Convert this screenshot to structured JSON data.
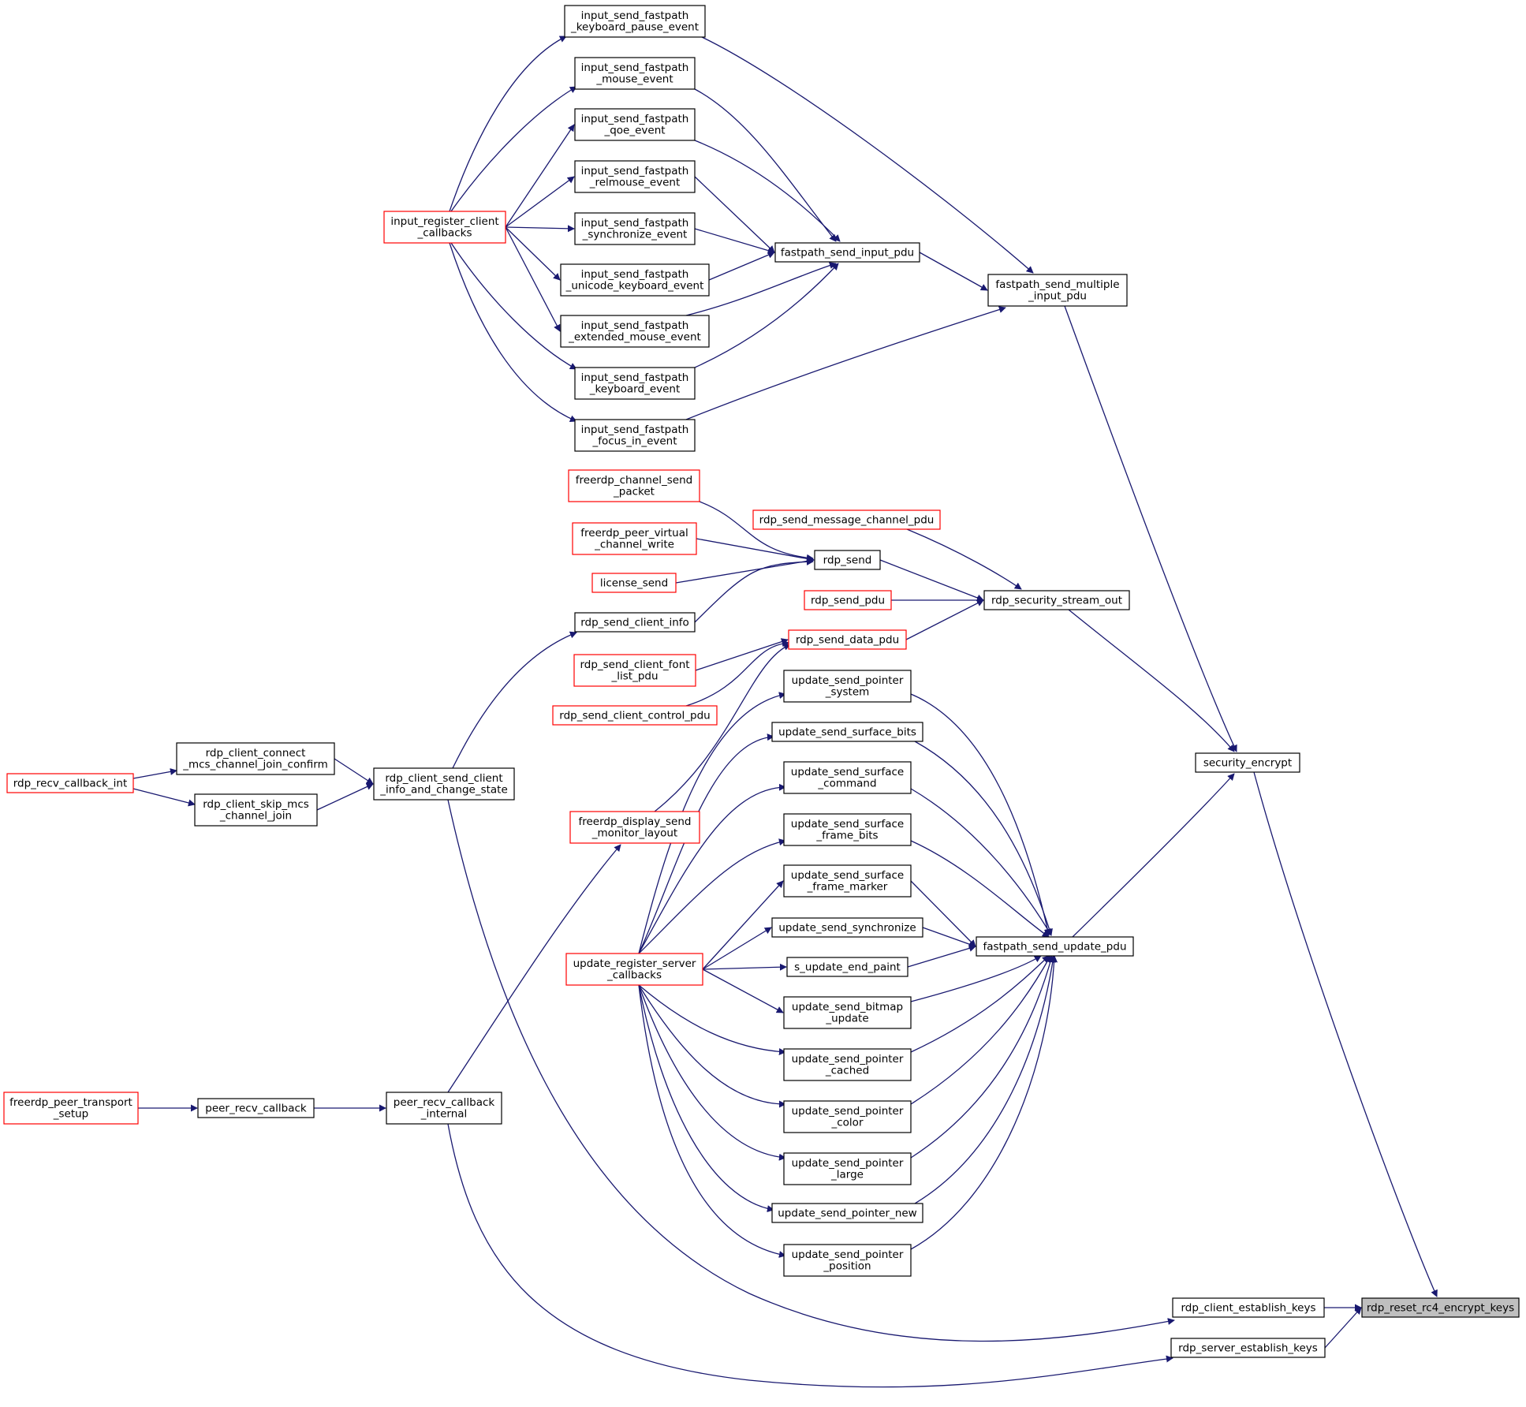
{
  "colors": {
    "edge": "#191970",
    "node_border_normal": "#000000",
    "node_border_truncated": "#ff0000",
    "node_fill": "#ffffff",
    "node_fill_focus": "#bfbfbf"
  },
  "nodes": {
    "kb_pause": {
      "lines": [
        "input_send_fastpath",
        "_keyboard_pause_event"
      ],
      "style": "normal"
    },
    "mouse": {
      "lines": [
        "input_send_fastpath",
        "_mouse_event"
      ],
      "style": "normal"
    },
    "qoe": {
      "lines": [
        "input_send_fastpath",
        "_qoe_event"
      ],
      "style": "normal"
    },
    "relmouse": {
      "lines": [
        "input_send_fastpath",
        "_relmouse_event"
      ],
      "style": "normal"
    },
    "synchronize_event": {
      "lines": [
        "input_send_fastpath",
        "_synchronize_event"
      ],
      "style": "normal"
    },
    "unicode_kb": {
      "lines": [
        "input_send_fastpath",
        "_unicode_keyboard_event"
      ],
      "style": "normal"
    },
    "ext_mouse": {
      "lines": [
        "input_send_fastpath",
        "_extended_mouse_event"
      ],
      "style": "normal"
    },
    "keyboard": {
      "lines": [
        "input_send_fastpath",
        "_keyboard_event"
      ],
      "style": "normal"
    },
    "focus_in": {
      "lines": [
        "input_send_fastpath",
        "_focus_in_event"
      ],
      "style": "normal"
    },
    "input_register": {
      "lines": [
        "input_register_client",
        "_callbacks"
      ],
      "style": "truncated"
    },
    "fp_send_input_pdu": {
      "lines": [
        "fastpath_send_input_pdu"
      ],
      "style": "normal"
    },
    "fp_send_multiple": {
      "lines": [
        "fastpath_send_multiple",
        "_input_pdu"
      ],
      "style": "normal"
    },
    "channel_send_packet": {
      "lines": [
        "freerdp_channel_send",
        "_packet"
      ],
      "style": "truncated"
    },
    "peer_virtual": {
      "lines": [
        "freerdp_peer_virtual",
        "_channel_write"
      ],
      "style": "truncated"
    },
    "license_send": {
      "lines": [
        "license_send"
      ],
      "style": "truncated"
    },
    "rdp_send_client_info": {
      "lines": [
        "rdp_send_client_info"
      ],
      "style": "normal"
    },
    "rdp_send": {
      "lines": [
        "rdp_send"
      ],
      "style": "normal"
    },
    "send_msg_channel": {
      "lines": [
        "rdp_send_message_channel_pdu"
      ],
      "style": "truncated"
    },
    "rdp_send_pdu": {
      "lines": [
        "rdp_send_pdu"
      ],
      "style": "truncated"
    },
    "security_stream_out": {
      "lines": [
        "rdp_security_stream_out"
      ],
      "style": "normal"
    },
    "rdp_send_data_pdu": {
      "lines": [
        "rdp_send_data_pdu"
      ],
      "style": "truncated"
    },
    "font_list": {
      "lines": [
        "rdp_send_client_font",
        "_list_pdu"
      ],
      "style": "truncated"
    },
    "control_pdu": {
      "lines": [
        "rdp_send_client_control_pdu"
      ],
      "style": "truncated"
    },
    "display_monitor": {
      "lines": [
        "freerdp_display_send",
        "_monitor_layout"
      ],
      "style": "truncated"
    },
    "ptr_system": {
      "lines": [
        "update_send_pointer",
        "_system"
      ],
      "style": "normal"
    },
    "surface_bits": {
      "lines": [
        "update_send_surface_bits"
      ],
      "style": "normal"
    },
    "surface_command": {
      "lines": [
        "update_send_surface",
        "_command"
      ],
      "style": "normal"
    },
    "frame_bits": {
      "lines": [
        "update_send_surface",
        "_frame_bits"
      ],
      "style": "normal"
    },
    "frame_marker": {
      "lines": [
        "update_send_surface",
        "_frame_marker"
      ],
      "style": "normal"
    },
    "send_synchronize": {
      "lines": [
        "update_send_synchronize"
      ],
      "style": "normal"
    },
    "end_paint": {
      "lines": [
        "s_update_end_paint"
      ],
      "style": "normal"
    },
    "bitmap_update": {
      "lines": [
        "update_send_bitmap",
        "_update"
      ],
      "style": "normal"
    },
    "ptr_cached": {
      "lines": [
        "update_send_pointer",
        "_cached"
      ],
      "style": "normal"
    },
    "ptr_color": {
      "lines": [
        "update_send_pointer",
        "_color"
      ],
      "style": "normal"
    },
    "ptr_large": {
      "lines": [
        "update_send_pointer",
        "_large"
      ],
      "style": "normal"
    },
    "ptr_new": {
      "lines": [
        "update_send_pointer_new"
      ],
      "style": "normal"
    },
    "ptr_position": {
      "lines": [
        "update_send_pointer",
        "_position"
      ],
      "style": "normal"
    },
    "update_register": {
      "lines": [
        "update_register_server",
        "_callbacks"
      ],
      "style": "truncated"
    },
    "fp_send_update_pdu": {
      "lines": [
        "fastpath_send_update_pdu"
      ],
      "style": "normal"
    },
    "security_encrypt": {
      "lines": [
        "security_encrypt"
      ],
      "style": "normal"
    },
    "recv_callback_int": {
      "lines": [
        "rdp_recv_callback_int"
      ],
      "style": "truncated"
    },
    "connect_mcs": {
      "lines": [
        "rdp_client_connect",
        "_mcs_channel_join_confirm"
      ],
      "style": "normal"
    },
    "skip_mcs": {
      "lines": [
        "rdp_client_skip_mcs",
        "_channel_join"
      ],
      "style": "normal"
    },
    "client_send_info_state": {
      "lines": [
        "rdp_client_send_client",
        "_info_and_change_state"
      ],
      "style": "normal"
    },
    "peer_transport_setup": {
      "lines": [
        "freerdp_peer_transport",
        "_setup"
      ],
      "style": "truncated"
    },
    "peer_recv_callback": {
      "lines": [
        "peer_recv_callback"
      ],
      "style": "normal"
    },
    "peer_recv_internal": {
      "lines": [
        "peer_recv_callback",
        "_internal"
      ],
      "style": "normal"
    },
    "client_establish": {
      "lines": [
        "rdp_client_establish_keys"
      ],
      "style": "normal"
    },
    "server_establish": {
      "lines": [
        "rdp_server_establish_keys"
      ],
      "style": "normal"
    },
    "reset_rc4": {
      "lines": [
        "rdp_reset_rc4_encrypt_keys"
      ],
      "style": "focus"
    }
  },
  "edges": [
    {
      "from": "input_register",
      "to": "kb_pause"
    },
    {
      "from": "input_register",
      "to": "mouse"
    },
    {
      "from": "input_register",
      "to": "qoe"
    },
    {
      "from": "input_register",
      "to": "relmouse"
    },
    {
      "from": "input_register",
      "to": "synchronize_event"
    },
    {
      "from": "input_register",
      "to": "unicode_kb"
    },
    {
      "from": "input_register",
      "to": "ext_mouse"
    },
    {
      "from": "input_register",
      "to": "keyboard"
    },
    {
      "from": "input_register",
      "to": "focus_in"
    },
    {
      "from": "mouse",
      "to": "fp_send_input_pdu"
    },
    {
      "from": "qoe",
      "to": "fp_send_input_pdu"
    },
    {
      "from": "relmouse",
      "to": "fp_send_input_pdu"
    },
    {
      "from": "synchronize_event",
      "to": "fp_send_input_pdu"
    },
    {
      "from": "unicode_kb",
      "to": "fp_send_input_pdu"
    },
    {
      "from": "ext_mouse",
      "to": "fp_send_input_pdu"
    },
    {
      "from": "keyboard",
      "to": "fp_send_input_pdu"
    },
    {
      "from": "kb_pause",
      "to": "fp_send_multiple"
    },
    {
      "from": "fp_send_input_pdu",
      "to": "fp_send_multiple"
    },
    {
      "from": "focus_in",
      "to": "fp_send_multiple"
    },
    {
      "from": "fp_send_multiple",
      "to": "security_encrypt"
    },
    {
      "from": "channel_send_packet",
      "to": "rdp_send"
    },
    {
      "from": "peer_virtual",
      "to": "rdp_send"
    },
    {
      "from": "license_send",
      "to": "rdp_send"
    },
    {
      "from": "rdp_send_client_info",
      "to": "rdp_send"
    },
    {
      "from": "rdp_send",
      "to": "security_stream_out"
    },
    {
      "from": "send_msg_channel",
      "to": "security_stream_out"
    },
    {
      "from": "rdp_send_pdu",
      "to": "security_stream_out"
    },
    {
      "from": "rdp_send_data_pdu",
      "to": "security_stream_out"
    },
    {
      "from": "font_list",
      "to": "rdp_send_data_pdu"
    },
    {
      "from": "control_pdu",
      "to": "rdp_send_data_pdu"
    },
    {
      "from": "display_monitor",
      "to": "rdp_send_data_pdu"
    },
    {
      "from": "security_stream_out",
      "to": "security_encrypt"
    },
    {
      "from": "update_register",
      "to": "ptr_system"
    },
    {
      "from": "update_register",
      "to": "surface_bits"
    },
    {
      "from": "update_register",
      "to": "surface_command"
    },
    {
      "from": "update_register",
      "to": "frame_bits"
    },
    {
      "from": "update_register",
      "to": "frame_marker"
    },
    {
      "from": "update_register",
      "to": "send_synchronize"
    },
    {
      "from": "update_register",
      "to": "end_paint"
    },
    {
      "from": "update_register",
      "to": "bitmap_update"
    },
    {
      "from": "update_register",
      "to": "ptr_cached"
    },
    {
      "from": "update_register",
      "to": "ptr_color"
    },
    {
      "from": "update_register",
      "to": "ptr_large"
    },
    {
      "from": "update_register",
      "to": "ptr_new"
    },
    {
      "from": "update_register",
      "to": "ptr_position"
    },
    {
      "from": "ptr_system",
      "to": "fp_send_update_pdu"
    },
    {
      "from": "surface_bits",
      "to": "fp_send_update_pdu"
    },
    {
      "from": "surface_command",
      "to": "fp_send_update_pdu"
    },
    {
      "from": "frame_bits",
      "to": "fp_send_update_pdu"
    },
    {
      "from": "frame_marker",
      "to": "fp_send_update_pdu"
    },
    {
      "from": "send_synchronize",
      "to": "fp_send_update_pdu"
    },
    {
      "from": "end_paint",
      "to": "fp_send_update_pdu"
    },
    {
      "from": "bitmap_update",
      "to": "fp_send_update_pdu"
    },
    {
      "from": "ptr_cached",
      "to": "fp_send_update_pdu"
    },
    {
      "from": "ptr_color",
      "to": "fp_send_update_pdu"
    },
    {
      "from": "ptr_large",
      "to": "fp_send_update_pdu"
    },
    {
      "from": "ptr_new",
      "to": "fp_send_update_pdu"
    },
    {
      "from": "ptr_position",
      "to": "fp_send_update_pdu"
    },
    {
      "from": "fp_send_update_pdu",
      "to": "security_encrypt"
    },
    {
      "from": "security_encrypt",
      "to": "reset_rc4"
    },
    {
      "from": "recv_callback_int",
      "to": "connect_mcs"
    },
    {
      "from": "recv_callback_int",
      "to": "skip_mcs"
    },
    {
      "from": "connect_mcs",
      "to": "client_send_info_state"
    },
    {
      "from": "skip_mcs",
      "to": "client_send_info_state"
    },
    {
      "from": "client_send_info_state",
      "to": "rdp_send_client_info"
    },
    {
      "from": "client_send_info_state",
      "to": "client_establish"
    },
    {
      "from": "peer_transport_setup",
      "to": "peer_recv_callback"
    },
    {
      "from": "peer_recv_callback",
      "to": "peer_recv_internal"
    },
    {
      "from": "peer_recv_internal",
      "to": "display_monitor"
    },
    {
      "from": "peer_recv_internal",
      "to": "server_establish"
    },
    {
      "from": "client_establish",
      "to": "reset_rc4"
    },
    {
      "from": "server_establish",
      "to": "reset_rc4"
    }
  ]
}
